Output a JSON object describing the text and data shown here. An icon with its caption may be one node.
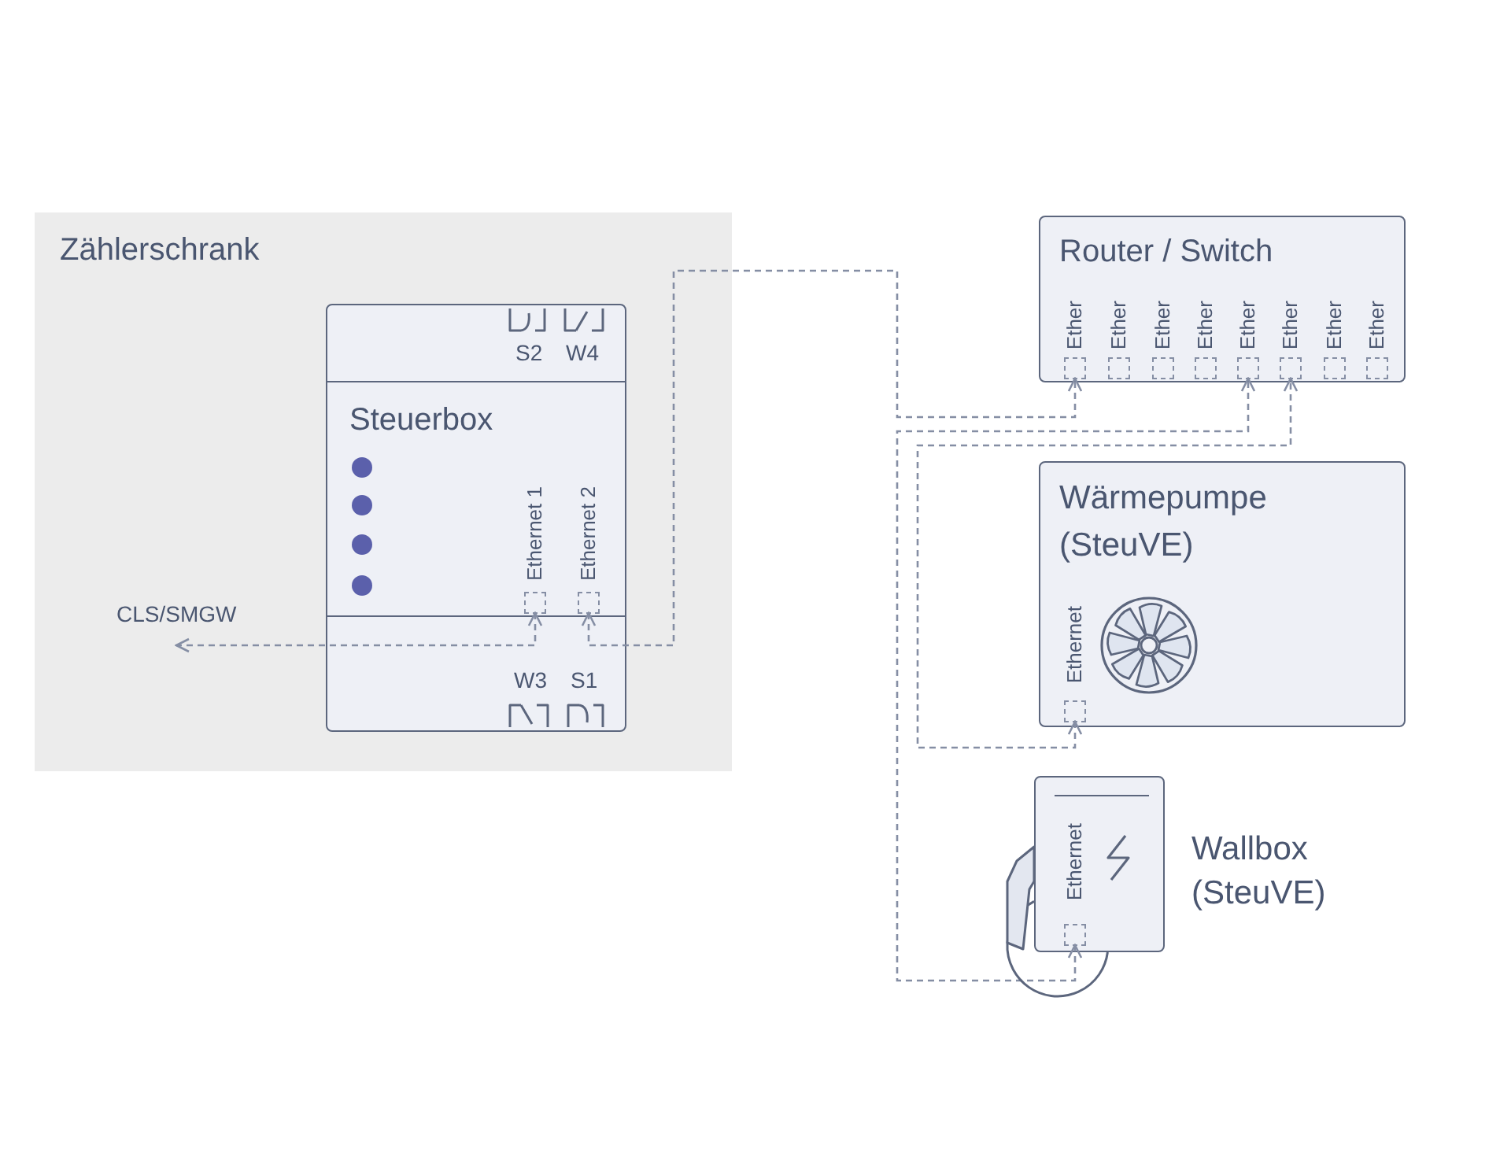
{
  "diagram": {
    "nodes": [
      {
        "text": [
          "Zählerschrank"
        ]
      },
      {
        "text": [
          "Steuerbox"
        ],
        "in": 0
      },
      {
        "text": [
          "Ethernet 1"
        ],
        "in": 1
      },
      {
        "text": [
          "Ethernet 2"
        ],
        "in": 1
      },
      {
        "text": [
          "CLS/SMGW"
        ],
        "in": 0
      },
      {
        "text": [
          "Router / Switch"
        ]
      },
      {
        "text": [
          "Ether"
        ],
        "in": 5
      },
      {
        "text": [
          "Ether"
        ],
        "in": 5
      },
      {
        "text": [
          "Ether"
        ],
        "in": 5
      },
      {
        "text": [
          "Ether"
        ],
        "in": 5
      },
      {
        "text": [
          "Ether"
        ],
        "in": 5
      },
      {
        "text": [
          "Ether"
        ],
        "in": 5
      },
      {
        "text": [
          "Ether"
        ],
        "in": 5
      },
      {
        "text": [
          "Ether"
        ],
        "in": 5
      },
      {
        "text": [
          "Wärmepumpe (SteuVE)"
        ]
      },
      {
        "text": [
          "Ethernet"
        ],
        "in": 14
      },
      {
        "text": [
          "Wallbox (SteuVE)"
        ]
      },
      {
        "text": [
          "Ethernet"
        ],
        "in": 16
      }
    ],
    "edges": [
      {
        "from": 2,
        "to": 4,
        "arrow": "both",
        "style": "dashed"
      },
      {
        "from": 3,
        "to": 6,
        "arrow": "both",
        "style": "dashed"
      },
      {
        "from": 15,
        "to": 11,
        "arrow": "both",
        "style": "dashed"
      },
      {
        "from": 17,
        "to": 10,
        "arrow": "both",
        "style": "dashed"
      }
    ],
    "labels": [
      "S2",
      "W4",
      "W3",
      "S1"
    ]
  }
}
